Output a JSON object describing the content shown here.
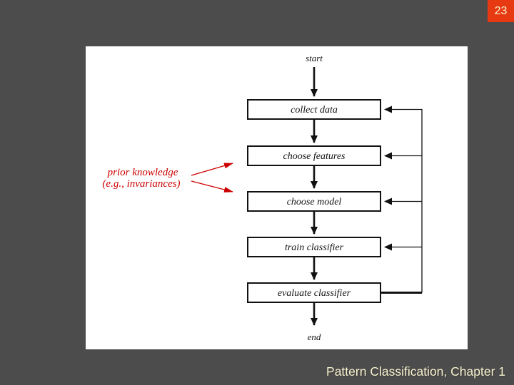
{
  "slide": {
    "page_number": "23",
    "footer": "Pattern Classification, Chapter 1"
  },
  "diagram": {
    "start_label": "start",
    "end_label": "end",
    "boxes": [
      "collect data",
      "choose features",
      "choose model",
      "train classifier",
      "evaluate classifier"
    ],
    "annotation": {
      "line1": "prior knowledge",
      "line2": "(e.g., invariances)"
    }
  },
  "colors": {
    "slide_background": "#4d4c4c",
    "panel_background": "#ffffff",
    "badge_background": "#e83a12",
    "badge_text": "#f8f4d0",
    "footer_text": "#f8f4d0",
    "flowchart_ink": "#111111",
    "annotation_red": "#cc0000"
  }
}
